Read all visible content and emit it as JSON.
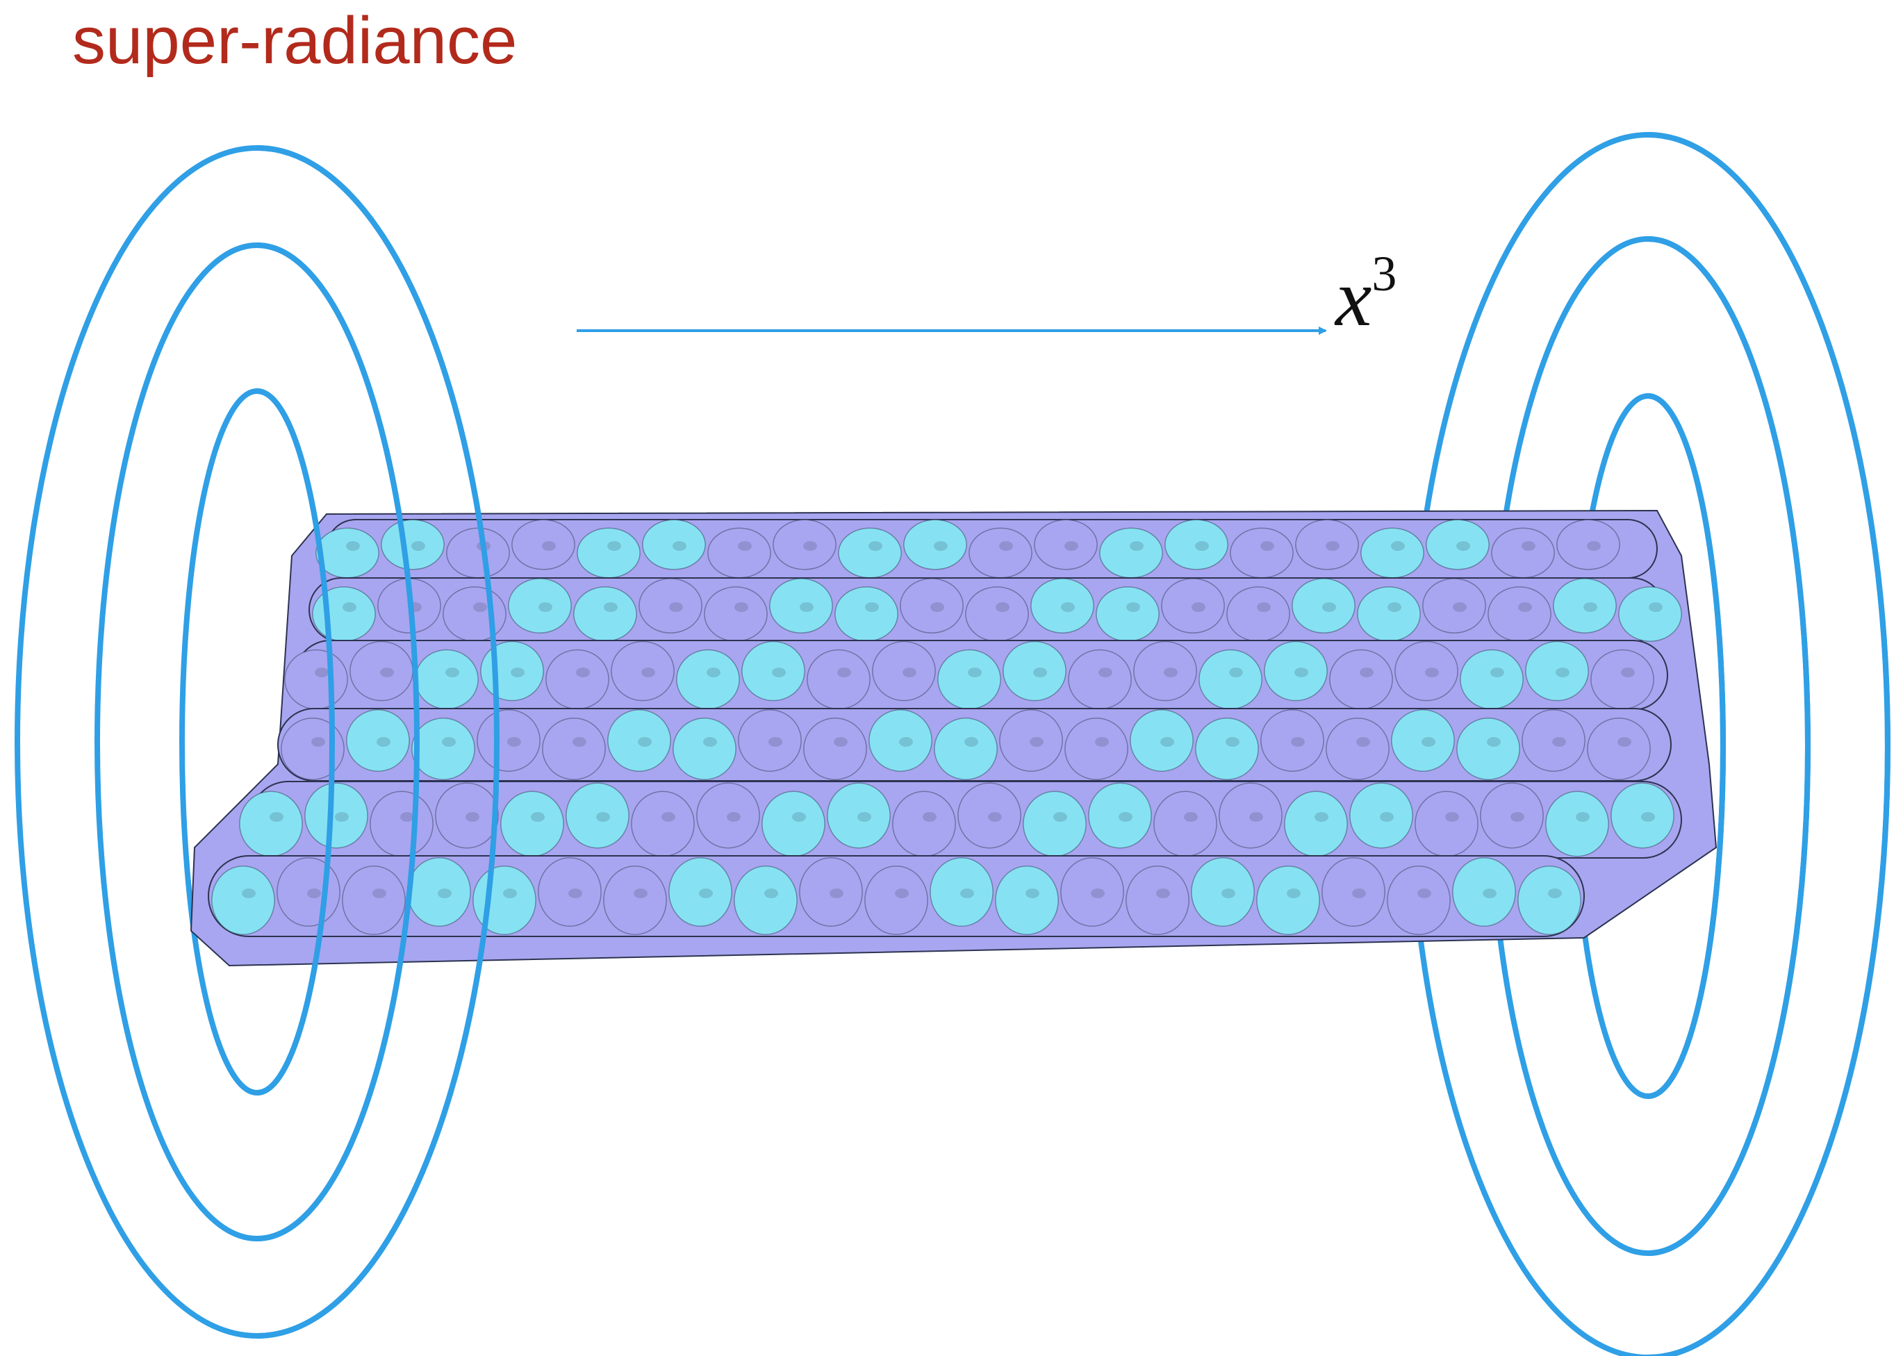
{
  "title": "super-radiance",
  "axis": {
    "symbol": "x",
    "exponent": "3"
  },
  "colors": {
    "title": "#b22a1c",
    "rings": "#2f9fe6",
    "arrow": "#2f9fe6",
    "violet": "#a8a6f0",
    "cyan": "#86e2f2",
    "outline": "#2c3350"
  },
  "rings": {
    "left": {
      "count": 3
    },
    "right": {
      "count": 3
    }
  },
  "filament": {
    "rows": 6,
    "icon": "protein-filament-icon"
  }
}
